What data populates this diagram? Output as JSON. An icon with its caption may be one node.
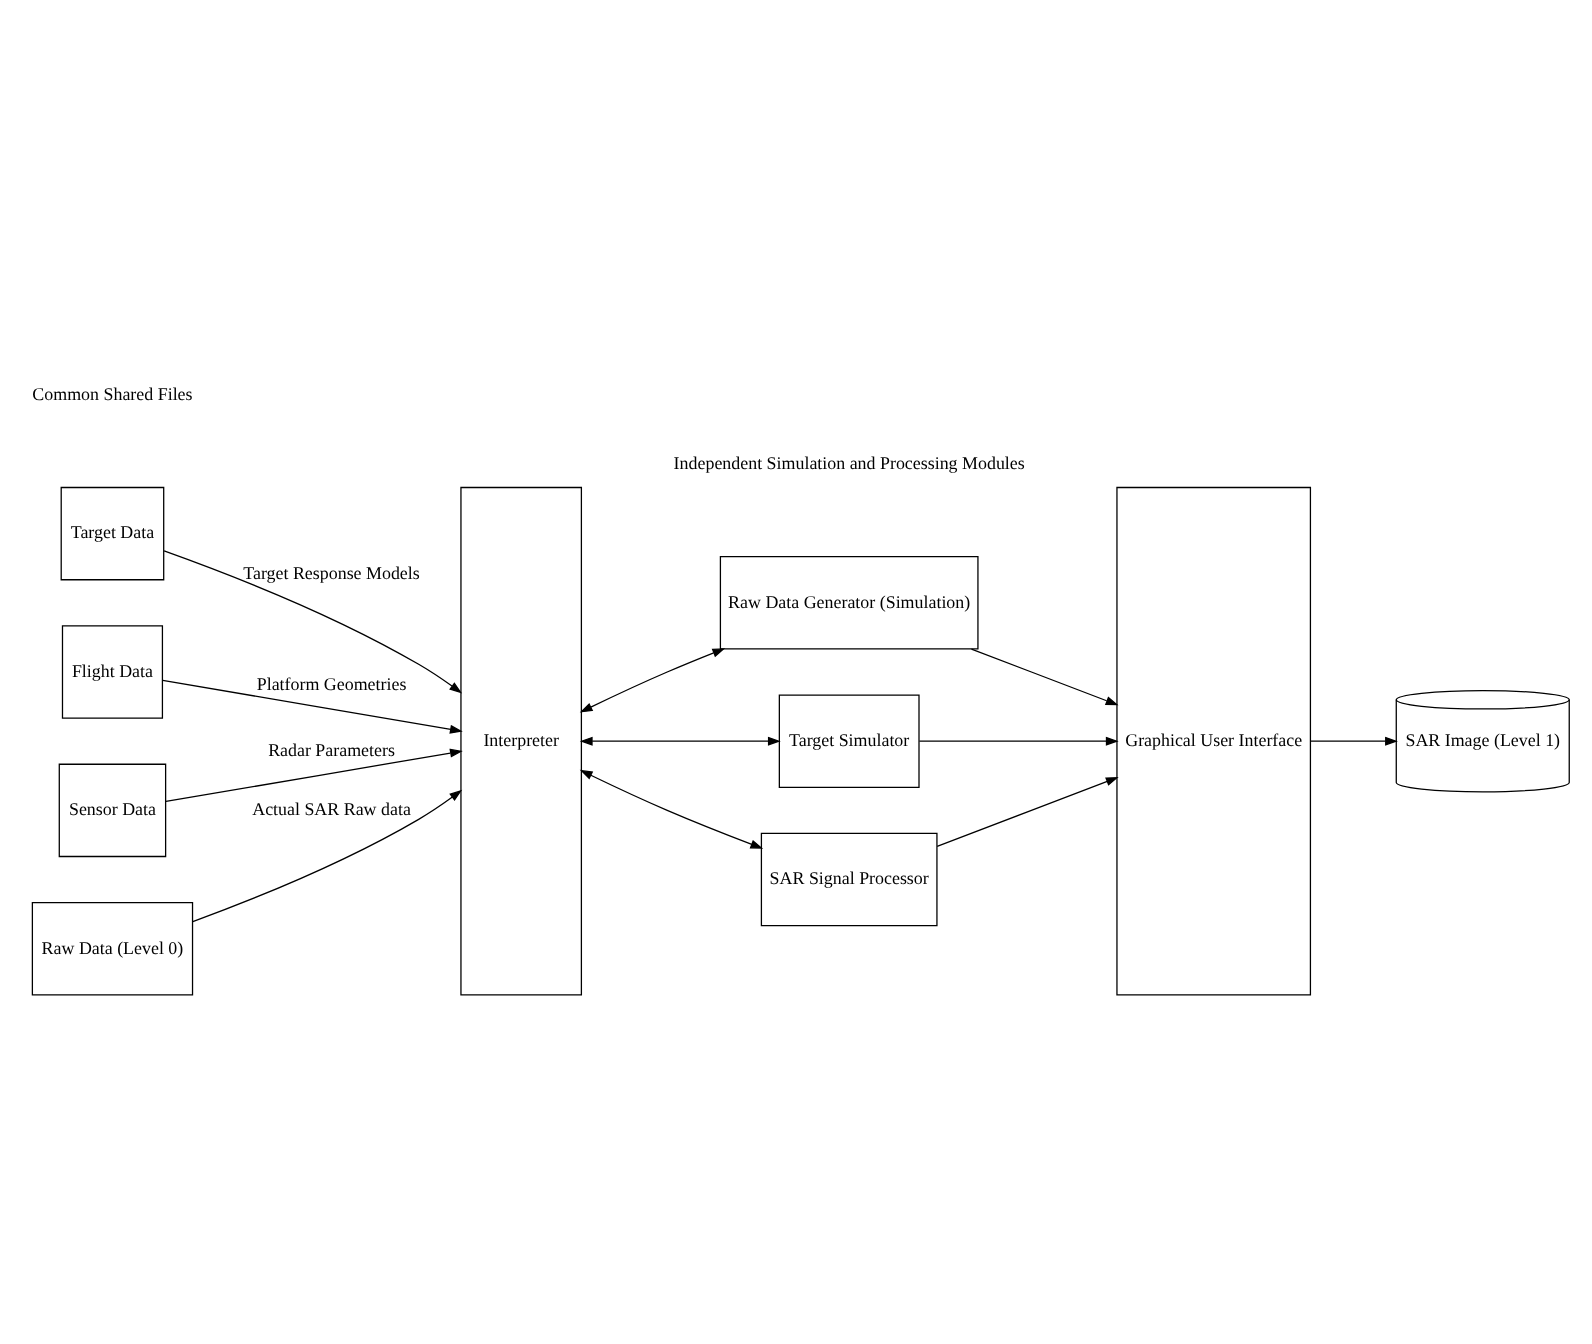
{
  "diagram": {
    "nodes": [
      {
        "text": [
          "Target Data"
        ]
      },
      {
        "text": [
          "Flight Data"
        ]
      },
      {
        "text": [
          "Sensor Data"
        ]
      },
      {
        "text": [
          "Raw Data (Level 0)"
        ]
      },
      {
        "text": [
          "Interpreter"
        ]
      },
      {
        "text": [
          "Raw Data Generator (Simulation)"
        ]
      },
      {
        "text": [
          "Target Simulator"
        ]
      },
      {
        "text": [
          "SAR Signal Processor"
        ]
      },
      {
        "text": [
          "Graphical User Interface"
        ]
      },
      {
        "text": [
          "SAR Image (Level 1)"
        ]
      }
    ],
    "edges": [
      {
        "from": 0,
        "to": 4,
        "arrow": "to",
        "label": "Target Response Models"
      },
      {
        "from": 1,
        "to": 4,
        "arrow": "to",
        "label": "Platform Geometries"
      },
      {
        "from": 2,
        "to": 4,
        "arrow": "to",
        "label": "Radar Parameters"
      },
      {
        "from": 3,
        "to": 4,
        "arrow": "to",
        "label": "Actual SAR Raw data"
      },
      {
        "from": 4,
        "to": 5,
        "arrow": "both"
      },
      {
        "from": 4,
        "to": 6,
        "arrow": "both"
      },
      {
        "from": 4,
        "to": 7,
        "arrow": "both"
      },
      {
        "from": 5,
        "to": 8,
        "arrow": "to"
      },
      {
        "from": 6,
        "to": 8,
        "arrow": "to"
      },
      {
        "from": 7,
        "to": 8,
        "arrow": "to"
      },
      {
        "from": 8,
        "to": 9,
        "arrow": "to"
      }
    ],
    "labels": [
      "Common Shared Files",
      "Independent Simulation and Processing Modules"
    ]
  }
}
